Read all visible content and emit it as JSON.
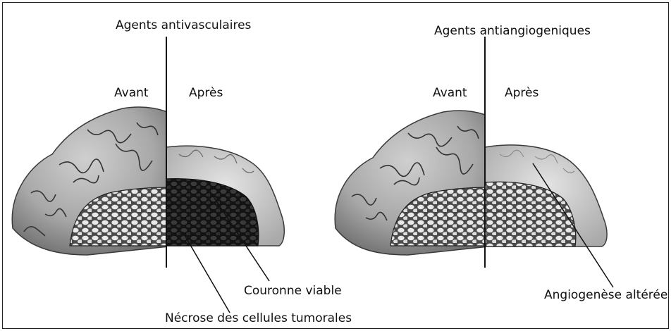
{
  "left_panel": {
    "title": "Agents antivasculaires",
    "before_label": "Avant",
    "after_label": "Après",
    "callout_viable_rim": "Couronne viable",
    "callout_necrosis": "Nécrose des cellules tumorales"
  },
  "right_panel": {
    "title": "Agents antiangiogeniques",
    "before_label": "Avant",
    "after_label": "Après",
    "callout_altered": "Angiogenèse altérée"
  }
}
